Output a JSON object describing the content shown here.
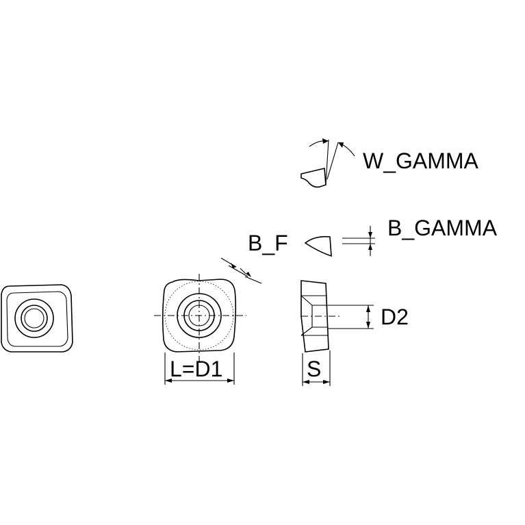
{
  "labels": {
    "w_gamma": "W_GAMMA",
    "b_gamma": "B_GAMMA",
    "b_f": "B_F",
    "d2": "D2",
    "l_d1": "L=D1",
    "s": "S"
  }
}
